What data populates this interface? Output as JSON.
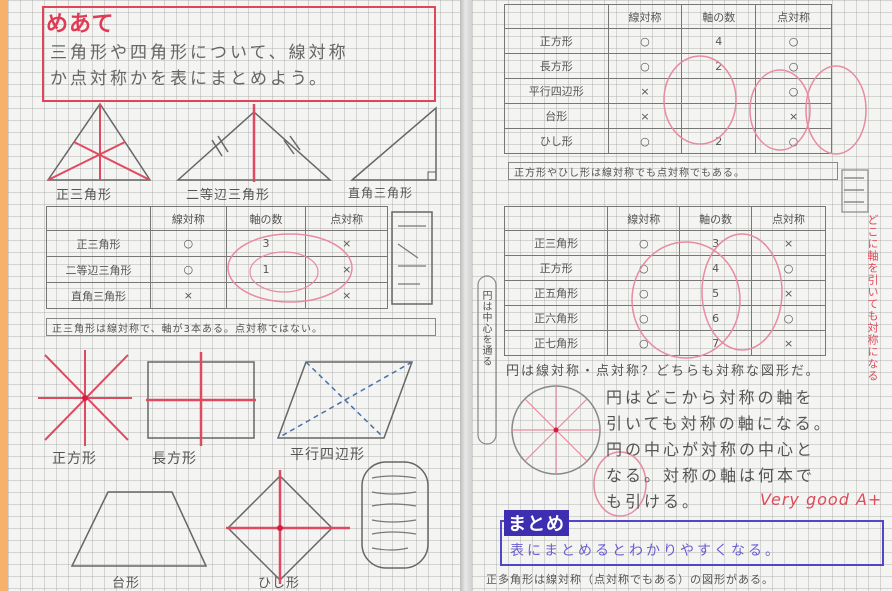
{
  "left_page": {
    "meate_heading": "めあて",
    "meate_text_1": "三角形や四角形について、線対称",
    "meate_text_2": "か点対称かを表にまとめよう。",
    "triangle_labels": [
      "正三角形",
      "二等辺三角形",
      "直角三角形"
    ],
    "table": {
      "headers": [
        "線対称",
        "軸の数",
        "点対称"
      ],
      "rows": [
        {
          "shape": "正三角形",
          "line": "○",
          "axes": "3",
          "point": "×"
        },
        {
          "shape": "二等辺三角形",
          "line": "○",
          "axes": "1",
          "point": "×"
        },
        {
          "shape": "直角三角形",
          "line": "×",
          "axes": "",
          "point": "×"
        }
      ]
    },
    "table_note": "正三角形は線対称で、軸が3本ある。点対称ではない。",
    "quad_labels": [
      "正方形",
      "長方形",
      "平行四辺形"
    ],
    "bottom_labels": [
      "台形",
      "ひし形"
    ]
  },
  "right_page": {
    "table1": {
      "headers": [
        "線対称",
        "軸の数",
        "点対称"
      ],
      "rows": [
        {
          "shape": "正方形",
          "line": "○",
          "axes": "4",
          "point": "○"
        },
        {
          "shape": "長方形",
          "line": "○",
          "axes": "2",
          "point": "○"
        },
        {
          "shape": "平行四辺形",
          "line": "×",
          "axes": "",
          "point": "○"
        },
        {
          "shape": "台形",
          "line": "×",
          "axes": "",
          "point": "×"
        },
        {
          "shape": "ひし形",
          "line": "○",
          "axes": "2",
          "point": "○"
        }
      ]
    },
    "table1_note": "正方形やひし形は線対称でも点対称でもある。",
    "table2": {
      "headers": [
        "線対称",
        "軸の数",
        "点対称"
      ],
      "rows": [
        {
          "shape": "正三角形",
          "line": "○",
          "axes": "3",
          "point": "×"
        },
        {
          "shape": "正方形",
          "line": "○",
          "axes": "4",
          "point": "○"
        },
        {
          "shape": "正五角形",
          "line": "○",
          "axes": "5",
          "point": "×"
        },
        {
          "shape": "正六角形",
          "line": "○",
          "axes": "6",
          "point": "○"
        },
        {
          "shape": "正七角形",
          "line": "○",
          "axes": "7",
          "point": "×"
        }
      ]
    },
    "circle_text_1": "円は線対称・点対称？どちらも対称な図形だ。",
    "circle_text_2": "円はどこから対称の軸を",
    "circle_text_3": "引いても対称の軸になる。",
    "circle_text_4": "円の中心が対称の中心と",
    "circle_text_5": "なる。対称の軸は何本で",
    "circle_text_6": "も引ける。",
    "teacher_comment": "Very good A+",
    "matome_heading": "まとめ",
    "matome_text": "表にまとめるとわかりやすくなる。",
    "footer_text": "正多角形は線対称（点対称でもある）の図形がある。",
    "margin_vertical_left": "円は中心を通る",
    "margin_vertical_right": "どこに軸を引いても対称になる"
  }
}
